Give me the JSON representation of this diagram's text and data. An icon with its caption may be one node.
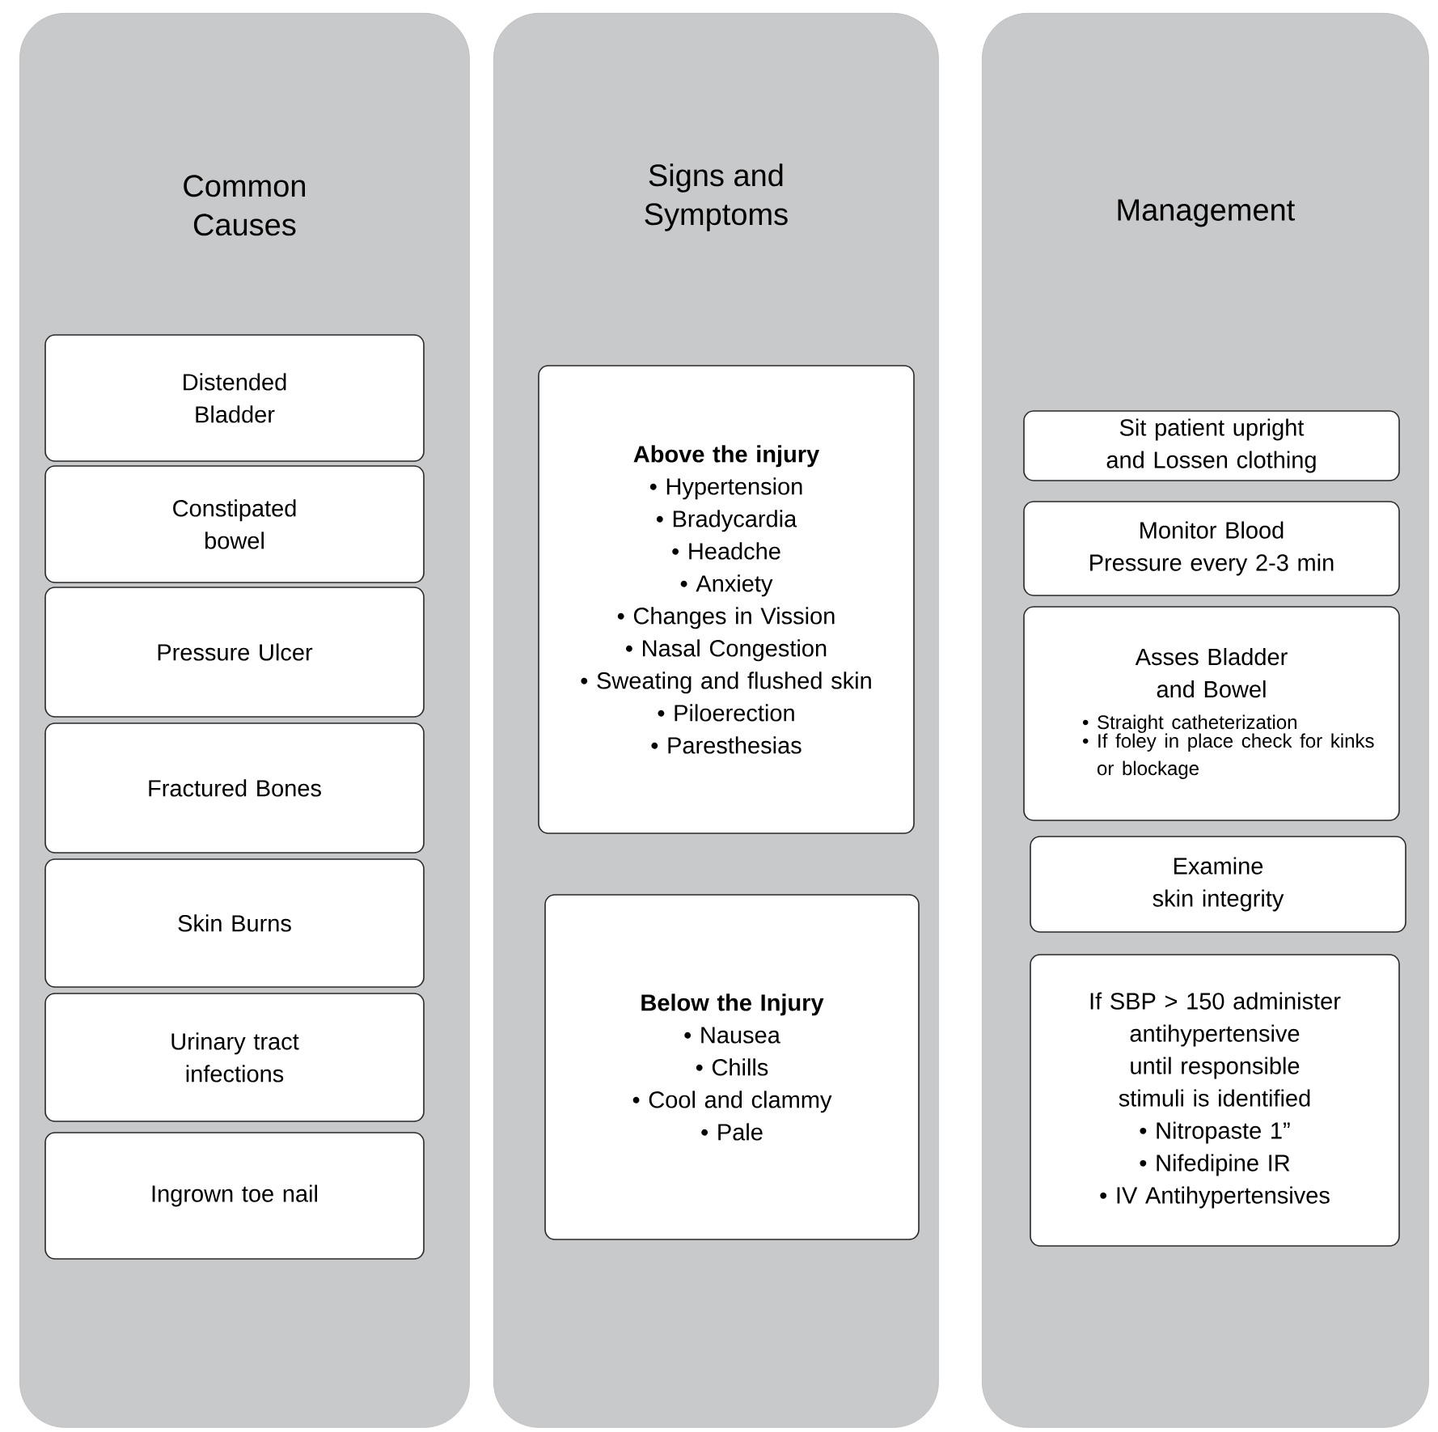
{
  "diagram": {
    "nodes": [
      {
        "text": [
          "Common Causes"
        ]
      },
      {
        "text": [
          "Distended Bladder"
        ],
        "in": 0
      },
      {
        "text": [
          "Constipated bowel"
        ],
        "in": 0
      },
      {
        "text": [
          "Pressure Ulcer"
        ],
        "in": 0
      },
      {
        "text": [
          "Fractured Bones"
        ],
        "in": 0
      },
      {
        "text": [
          "Skin Burns"
        ],
        "in": 0
      },
      {
        "text": [
          "Urinary tract infections"
        ],
        "in": 0
      },
      {
        "text": [
          "Ingrown toe nail"
        ],
        "in": 0
      },
      {
        "text": [
          "Signs and Symptoms"
        ]
      },
      {
        "text": [
          "Above the injury",
          "• Hypertension",
          "• Bradycardia",
          "• Headche",
          "• Anxiety",
          "• Changes in Vission",
          "• Nasal Congestion",
          "• Sweating and flushed skin",
          "• Piloerection",
          "• Paresthesias"
        ],
        "in": 8
      },
      {
        "text": [
          "Below the Injury",
          "• Nausea",
          "• Chills",
          "• Cool and clammy",
          "• Pale"
        ],
        "in": 8
      },
      {
        "text": [
          "Management"
        ]
      },
      {
        "text": [
          "Sit patient upright and Lossen clothing"
        ],
        "in": 11
      },
      {
        "text": [
          "Monitor Blood Pressure every 2-3 min"
        ],
        "in": 11
      },
      {
        "text": [
          "Asses Bladder and Bowel",
          "• Straight catheterization",
          "• If foley in place check for kinks or blockage"
        ],
        "in": 11
      },
      {
        "text": [
          "Examine skin integrity"
        ],
        "in": 11
      },
      {
        "text": [
          "If SBP > 150 administer antihypertensive until responsible stimuli is identified",
          "• Nitropaste 1”",
          "• Nifedipine IR",
          "• IV Antihypertensives"
        ],
        "in": 11
      }
    ]
  }
}
